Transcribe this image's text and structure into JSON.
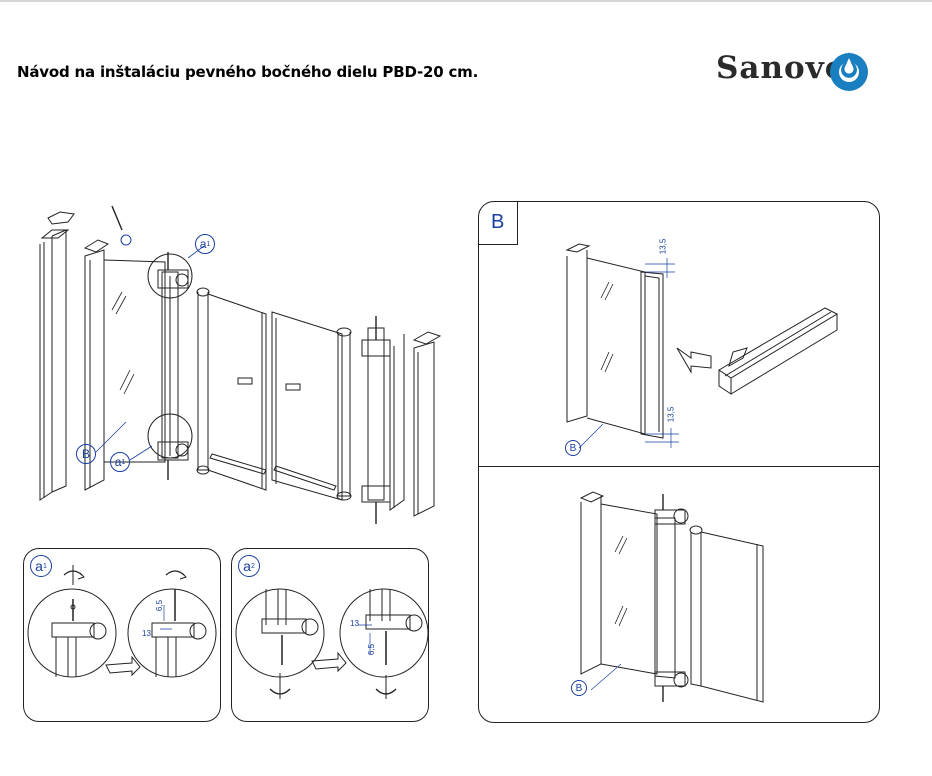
{
  "document": {
    "title": "Návod na inštaláciu pevného bočného dielu PBD-20 cm.",
    "brand": "Sanovo",
    "brand_color": "#1a7fc1",
    "accent_color": "#1a3fa0"
  },
  "main_diagram": {
    "callouts": {
      "a1_top": "a",
      "a1_top_sub": "1",
      "a1_bottom": "a",
      "a1_bottom_sub": "1",
      "b": "B"
    }
  },
  "panel_a1": {
    "tag": "a",
    "tag_sub": "1",
    "dim_top": "6,5",
    "dim_side": "13"
  },
  "panel_a2": {
    "tag": "a",
    "tag_sub": "2",
    "dim_side": "13",
    "dim_bottom": "6,5"
  },
  "panel_b": {
    "tag": "B",
    "dim_top": "13,5",
    "dim_bottom": "13,5",
    "label_top": "B",
    "label_bottom": "B"
  }
}
